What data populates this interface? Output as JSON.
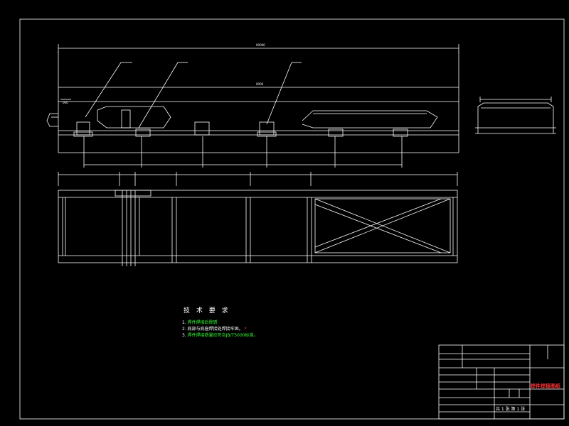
{
  "drawing": {
    "title": "",
    "sheet": "",
    "line_color": "#ffffff",
    "accent_colors": {
      "green": "#33ff33",
      "red": "#ff3333",
      "cyan": "#33ffff",
      "yellow": "#ffff33"
    }
  },
  "technical_requirements": {
    "heading": "技 术 要 求",
    "items": [
      {
        "num": "1.",
        "text": "焊件焊接后除锈",
        "mark": ""
      },
      {
        "num": "2.",
        "text": "底部与底座焊接处焊接牢固。",
        "mark": ""
      },
      {
        "num": "3.",
        "text": "焊件焊接质量应符合JB/T5000标准。",
        "mark": ""
      }
    ]
  },
  "title_block": {
    "red_label": "焊件焊接图纸",
    "school_line1": "",
    "school_line2": "",
    "drawing_no": "",
    "sheet_info": "共 1 张  第 1 张"
  }
}
